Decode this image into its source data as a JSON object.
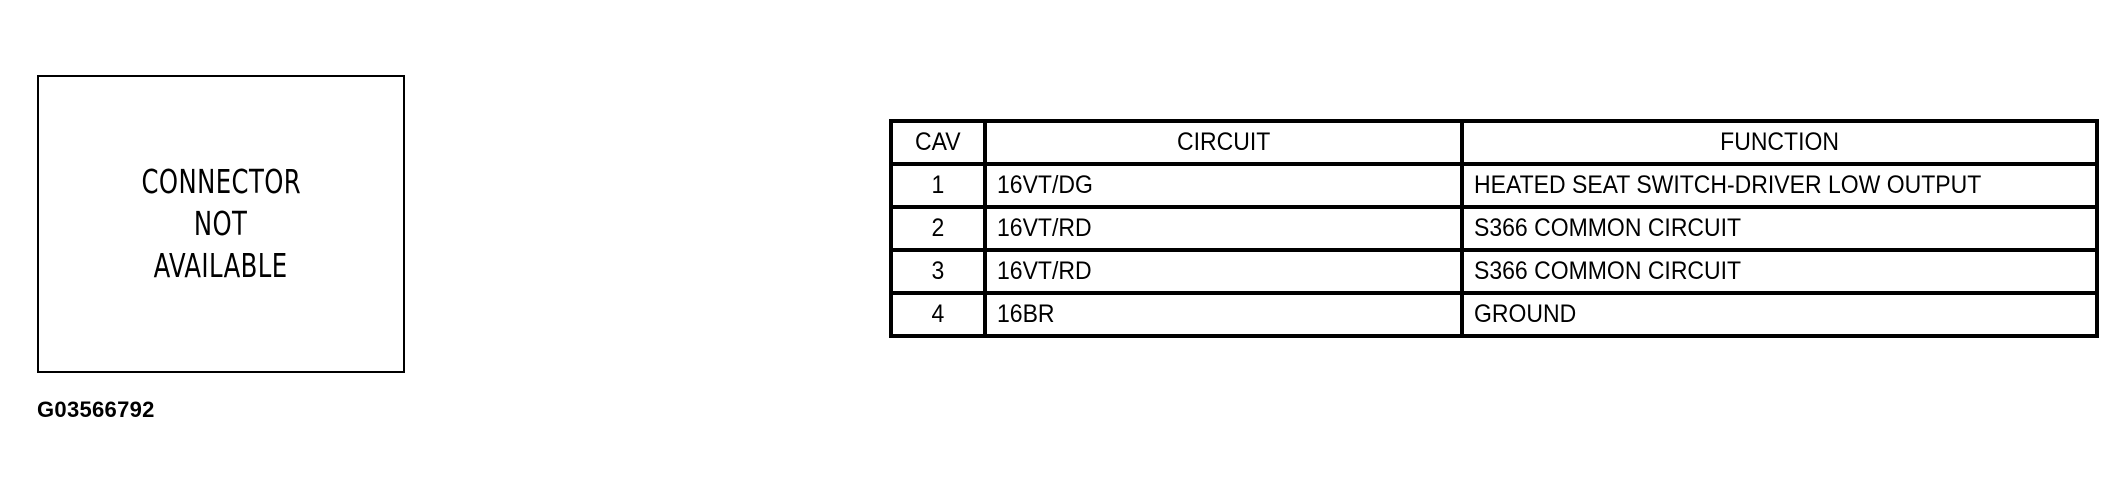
{
  "connector": {
    "lines": [
      "CONNECTOR",
      "NOT",
      "AVAILABLE"
    ]
  },
  "figure_id": "G03566792",
  "pin_table": {
    "headers": {
      "cav": "CAV",
      "circuit": "CIRCUIT",
      "function": "FUNCTION"
    },
    "rows": [
      {
        "cav": "1",
        "circuit": "16VT/DG",
        "function": "HEATED SEAT SWITCH-DRIVER LOW OUTPUT"
      },
      {
        "cav": "2",
        "circuit": "16VT/RD",
        "function": "S366 COMMON CIRCUIT"
      },
      {
        "cav": "3",
        "circuit": "16VT/RD",
        "function": "S366 COMMON CIRCUIT"
      },
      {
        "cav": "4",
        "circuit": "16BR",
        "function": "GROUND"
      }
    ]
  }
}
